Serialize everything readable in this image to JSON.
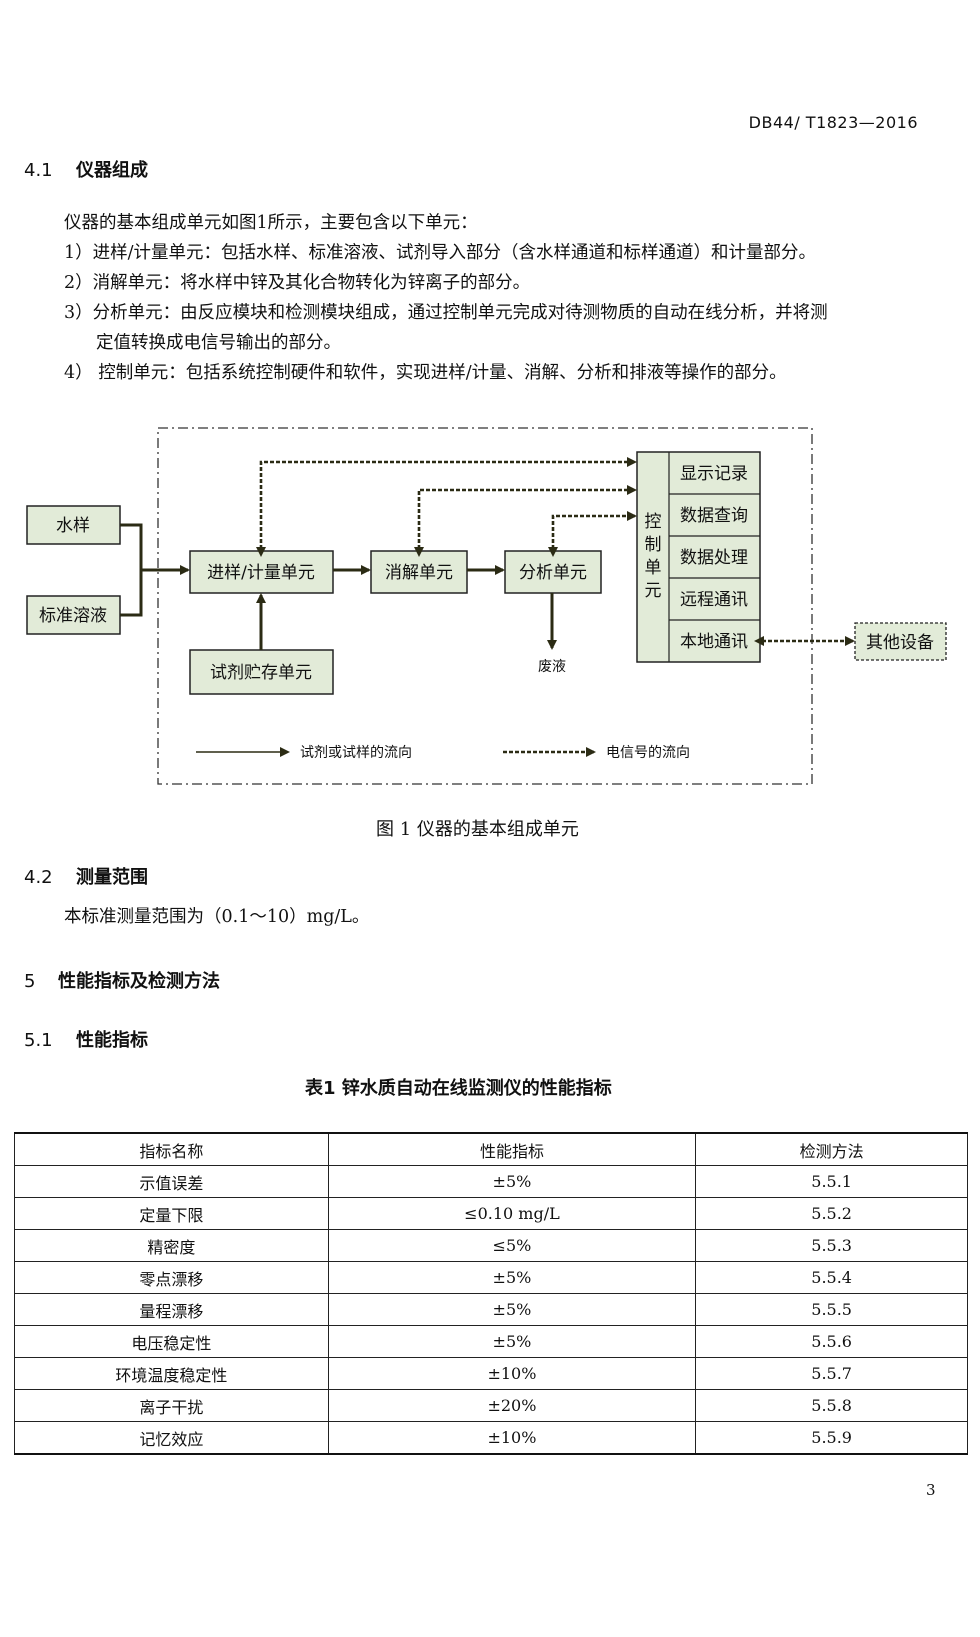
{
  "header": {
    "code": "DB44/ T1823—2016"
  },
  "sec41": {
    "num": "4.1",
    "title": "仪器组成"
  },
  "intro": {
    "lead": "仪器的基本组成单元如图1所示，主要包含以下单元：",
    "items": [
      "1）进样/计量单元：包括水样、标准溶液、试剂导入部分（含水样通道和标样通道）和计量部分。",
      "2）消解单元：将水样中锌及其化合物转化为锌离子的部分。",
      "3）分析单元：由反应模块和检测模块组成，通过控制单元完成对待测物质的自动在线分析，并将测",
      "定值转换成电信号输出的部分。",
      "4） 控制单元：包括系统控制硬件和软件，实现进样/计量、消解、分析和排液等操作的部分。"
    ]
  },
  "figure": {
    "water_sample": "水样",
    "standard_solution": "标准溶液",
    "intake": "进样/计量单元",
    "digestion": "消解单元",
    "analysis": "分析单元",
    "reagent_storage": "试剂贮存单元",
    "waste": "废液",
    "control": [
      "控",
      "制",
      "单",
      "元"
    ],
    "control_items": [
      "显示记录",
      "数据查询",
      "数据处理",
      "远程通讯",
      "本地通讯"
    ],
    "other_devices": "其他设备",
    "legend_solid": "试剂或试样的流向",
    "legend_dashed": "电信号的流向",
    "caption": "图 1  仪器的基本组成单元"
  },
  "sec42": {
    "num": "4.2",
    "title": "测量范围",
    "body": "本标准测量范围为（0.1～10）mg/L。"
  },
  "sec5": {
    "num": "5",
    "title": "性能指标及检测方法"
  },
  "sec51": {
    "num": "5.1",
    "title": "性能指标"
  },
  "table": {
    "caption": "表1    锌水质自动在线监测仪的性能指标",
    "headers": [
      "指标名称",
      "性能指标",
      "检测方法"
    ],
    "rows": [
      [
        "示值误差",
        "±5%",
        "5.5.1"
      ],
      [
        "定量下限",
        "≤0.10 mg/L",
        "5.5.2"
      ],
      [
        "精密度",
        "≤5%",
        "5.5.3"
      ],
      [
        "零点漂移",
        "±5%",
        "5.5.4"
      ],
      [
        "量程漂移",
        "±5%",
        "5.5.5"
      ],
      [
        "电压稳定性",
        "±5%",
        "5.5.6"
      ],
      [
        "环境温度稳定性",
        "±10%",
        "5.5.7"
      ],
      [
        "离子干扰",
        "±20%",
        "5.5.8"
      ],
      [
        "记忆效应",
        "±10%",
        "5.5.9"
      ]
    ]
  },
  "page_number": "3",
  "colors": {
    "box_fill": "#e2ebd8",
    "line": "#2b2b14",
    "arrow": "#3a3a1a"
  }
}
